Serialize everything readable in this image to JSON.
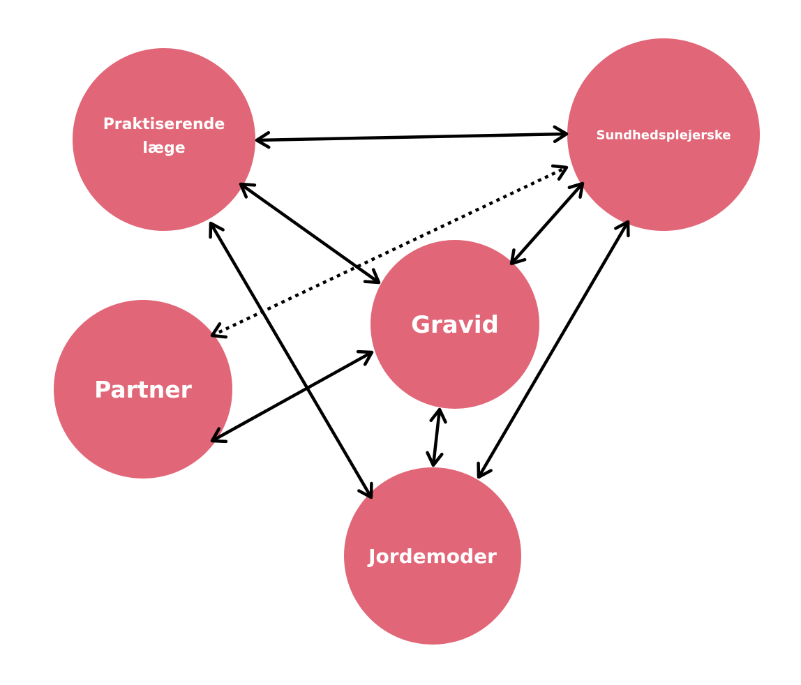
{
  "colors": {
    "node": "#e16677",
    "edge": "#000000",
    "label": "#ffffff"
  },
  "nodes": [
    {
      "id": "laege",
      "label_lines": [
        "Praktiserende",
        "læge"
      ]
    },
    {
      "id": "sundhed",
      "label_lines": [
        "Sundhedsplejerske"
      ]
    },
    {
      "id": "gravid",
      "label_lines": [
        "Gravid"
      ]
    },
    {
      "id": "partner",
      "label_lines": [
        "Partner"
      ]
    },
    {
      "id": "jordemoder",
      "label_lines": [
        "Jordemoder"
      ]
    }
  ],
  "edges": [
    {
      "from": "laege",
      "to": "sundhed",
      "style": "solid",
      "direction": "both"
    },
    {
      "from": "laege",
      "to": "gravid",
      "style": "solid",
      "direction": "both"
    },
    {
      "from": "laege",
      "to": "jordemoder",
      "style": "solid",
      "direction": "both"
    },
    {
      "from": "partner",
      "to": "sundhed",
      "style": "dotted",
      "direction": "both"
    },
    {
      "from": "gravid",
      "to": "sundhed",
      "style": "solid",
      "direction": "both"
    },
    {
      "from": "jordemoder",
      "to": "sundhed",
      "style": "solid",
      "direction": "both"
    },
    {
      "from": "partner",
      "to": "gravid",
      "style": "solid",
      "direction": "both"
    },
    {
      "from": "gravid",
      "to": "jordemoder",
      "style": "solid",
      "direction": "both"
    }
  ]
}
